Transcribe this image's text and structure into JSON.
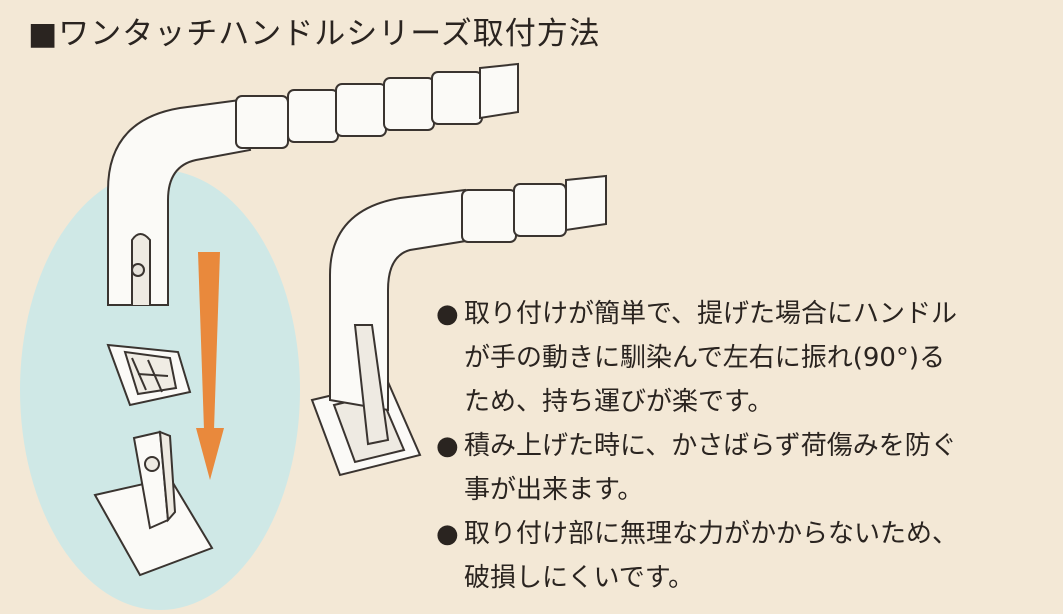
{
  "title": "■ワンタッチハンドルシリーズ取付方法",
  "bullet_glyph": "●",
  "notes": [
    {
      "lines": [
        "取り付けが簡単で、提げた場合にハンドル",
        "が手の動きに馴染んで左右に振れ(90°)る",
        "ため、持ち運びが楽です。"
      ]
    },
    {
      "lines": [
        "積み上げた時に、かさばらず荷傷みを防ぐ",
        "事が出来ます。"
      ]
    },
    {
      "lines": [
        "取り付け部に無理な力がかからないため、",
        "破損しにくいです。"
      ]
    }
  ],
  "colors": {
    "background": "#f3e8d6",
    "circle": "#cfe8e6",
    "arrow": "#e9893c",
    "handle_fill": "#fbfaf7",
    "line": "#3a3430"
  }
}
